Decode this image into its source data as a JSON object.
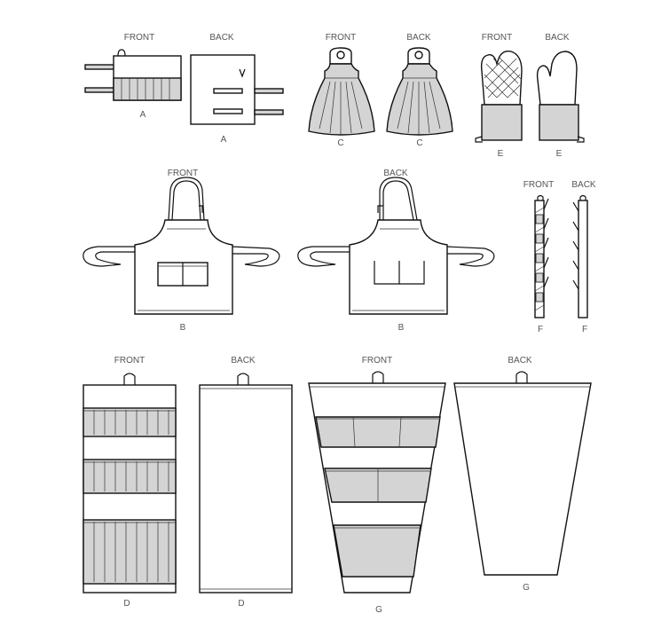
{
  "labels": {
    "front": "FRONT",
    "back": "BACK",
    "a": "A",
    "b": "B",
    "c": "C",
    "d": "D",
    "e": "E",
    "f": "F",
    "g": "G"
  },
  "colors": {
    "line": "#111111",
    "fill": "#ffffff",
    "shade": "#d4d4d4",
    "label": "#555555"
  }
}
